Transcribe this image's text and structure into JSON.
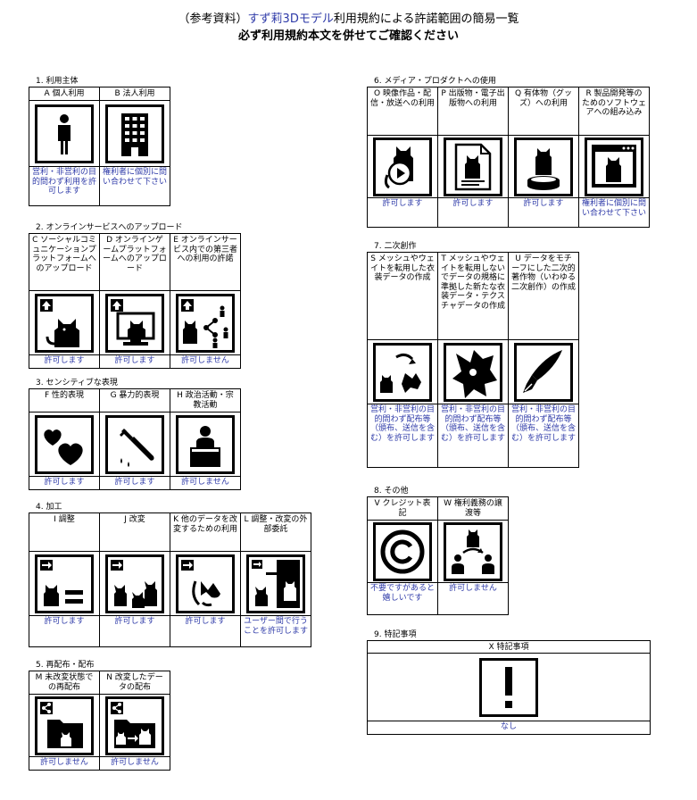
{
  "title": {
    "l1_pre": "（参考資料）",
    "l1_accent": "すず莉3Dモデル",
    "l1_post": "利用規約による許諾範囲の簡易一覧",
    "l2": "必ず利用規約本文を併せてご確認ください"
  },
  "colors": {
    "accent": "#2e3aa8",
    "line": "#000000"
  },
  "sections": {
    "s1": {
      "title": "1. 利用主体",
      "cells": [
        {
          "header": "A 個人利用",
          "icon": "person-icon",
          "result": "営利・非営利の目的問わず利用を許可します"
        },
        {
          "header": "B 法人利用",
          "icon": "building-icon",
          "result": "権利者に個別に問い合わせて下さい"
        }
      ]
    },
    "s2": {
      "title": "2. オンラインサービスへのアップロード",
      "cells": [
        {
          "header": "C ソーシャルコミュニケーションプラットフォームへのアップロード",
          "icon": "upload-social-icon",
          "result": "許可します"
        },
        {
          "header": "D オンラインゲームプラットフォームへのアップロード",
          "icon": "upload-game-icon",
          "result": "許可します"
        },
        {
          "header": "E オンラインサービス内での第三者への利用の許諾",
          "icon": "share-third-party-icon",
          "result": "許可しません"
        }
      ]
    },
    "s3": {
      "title": "3. センシティブな表現",
      "cells": [
        {
          "header": "F 性的表現",
          "icon": "hearts-icon",
          "result": "許可します"
        },
        {
          "header": "G 暴力的表現",
          "icon": "knife-icon",
          "result": "許可します"
        },
        {
          "header": "H 政治活動・宗教活動",
          "icon": "podium-icon",
          "result": "許可しません"
        }
      ]
    },
    "s4": {
      "title": "4. 加工",
      "cells": [
        {
          "header": "I 調整",
          "icon": "adjust-icon",
          "result": "許可します"
        },
        {
          "header": "J 改変",
          "icon": "modify-icon",
          "result": "許可します"
        },
        {
          "header": "K 他のデータを改変するための利用",
          "icon": "reuse-data-icon",
          "result": "許可します"
        },
        {
          "header": "L 調整・改変の外部委託",
          "icon": "outsource-icon",
          "result": "ユーザー間で行うことを許可します"
        }
      ]
    },
    "s5": {
      "title": "5. 再配布・配布",
      "cells": [
        {
          "header": "M 未改変状態での再配布",
          "icon": "redistribute-icon",
          "result": "許可しません"
        },
        {
          "header": "N 改変したデータの配布",
          "icon": "distribute-modified-icon",
          "result": "許可しません"
        }
      ]
    },
    "s6": {
      "title": "6. メディア・プロダクトへの使用",
      "cells": [
        {
          "header": "O 映像作品・配信・放送への利用",
          "icon": "video-icon",
          "result": "許可します"
        },
        {
          "header": "P 出版物・電子出版物への利用",
          "icon": "publication-icon",
          "result": "許可します"
        },
        {
          "header": "Q 有体物（グッズ）への利用",
          "icon": "figure-icon",
          "result": "許可します"
        },
        {
          "header": "R 製品開発等のためのソフトウェアへの組み込み",
          "icon": "software-icon",
          "result": "権利者に個別に問い合わせて下さい"
        }
      ]
    },
    "s7": {
      "title": "7. 二次創作",
      "cells": [
        {
          "header": "S メッシュやウェイトを転用した衣装データの作成",
          "icon": "costume-icon",
          "result": "営利・非営利の目的問わず配布等（頒布、送信を含む）を許可します"
        },
        {
          "header": "T メッシュやウェイトを転用しないでデータの規格に準拠した新たな衣装データ・テクスチャデータの作成",
          "icon": "new-costume-icon",
          "result": "営利・非営利の目的問わず配布等（頒布、送信を含む）を許可します"
        },
        {
          "header": "U データをモチーフにした二次的著作物（いわゆる二次創作）の作成",
          "icon": "pen-icon",
          "result": "営利・非営利の目的問わず配布等（頒布、送信を含む）を許可します"
        }
      ]
    },
    "s8": {
      "title": "8. その他",
      "cells": [
        {
          "header": "V クレジット表記",
          "icon": "copyright-icon",
          "result": "不要ですがあると嬉しいです"
        },
        {
          "header": "W 権利義務の譲渡等",
          "icon": "transfer-icon",
          "result": "許可しません"
        }
      ]
    },
    "s9": {
      "title": "9. 特記事項",
      "header": "X 特記事項",
      "icon": "exclamation-icon",
      "result": "なし"
    }
  }
}
